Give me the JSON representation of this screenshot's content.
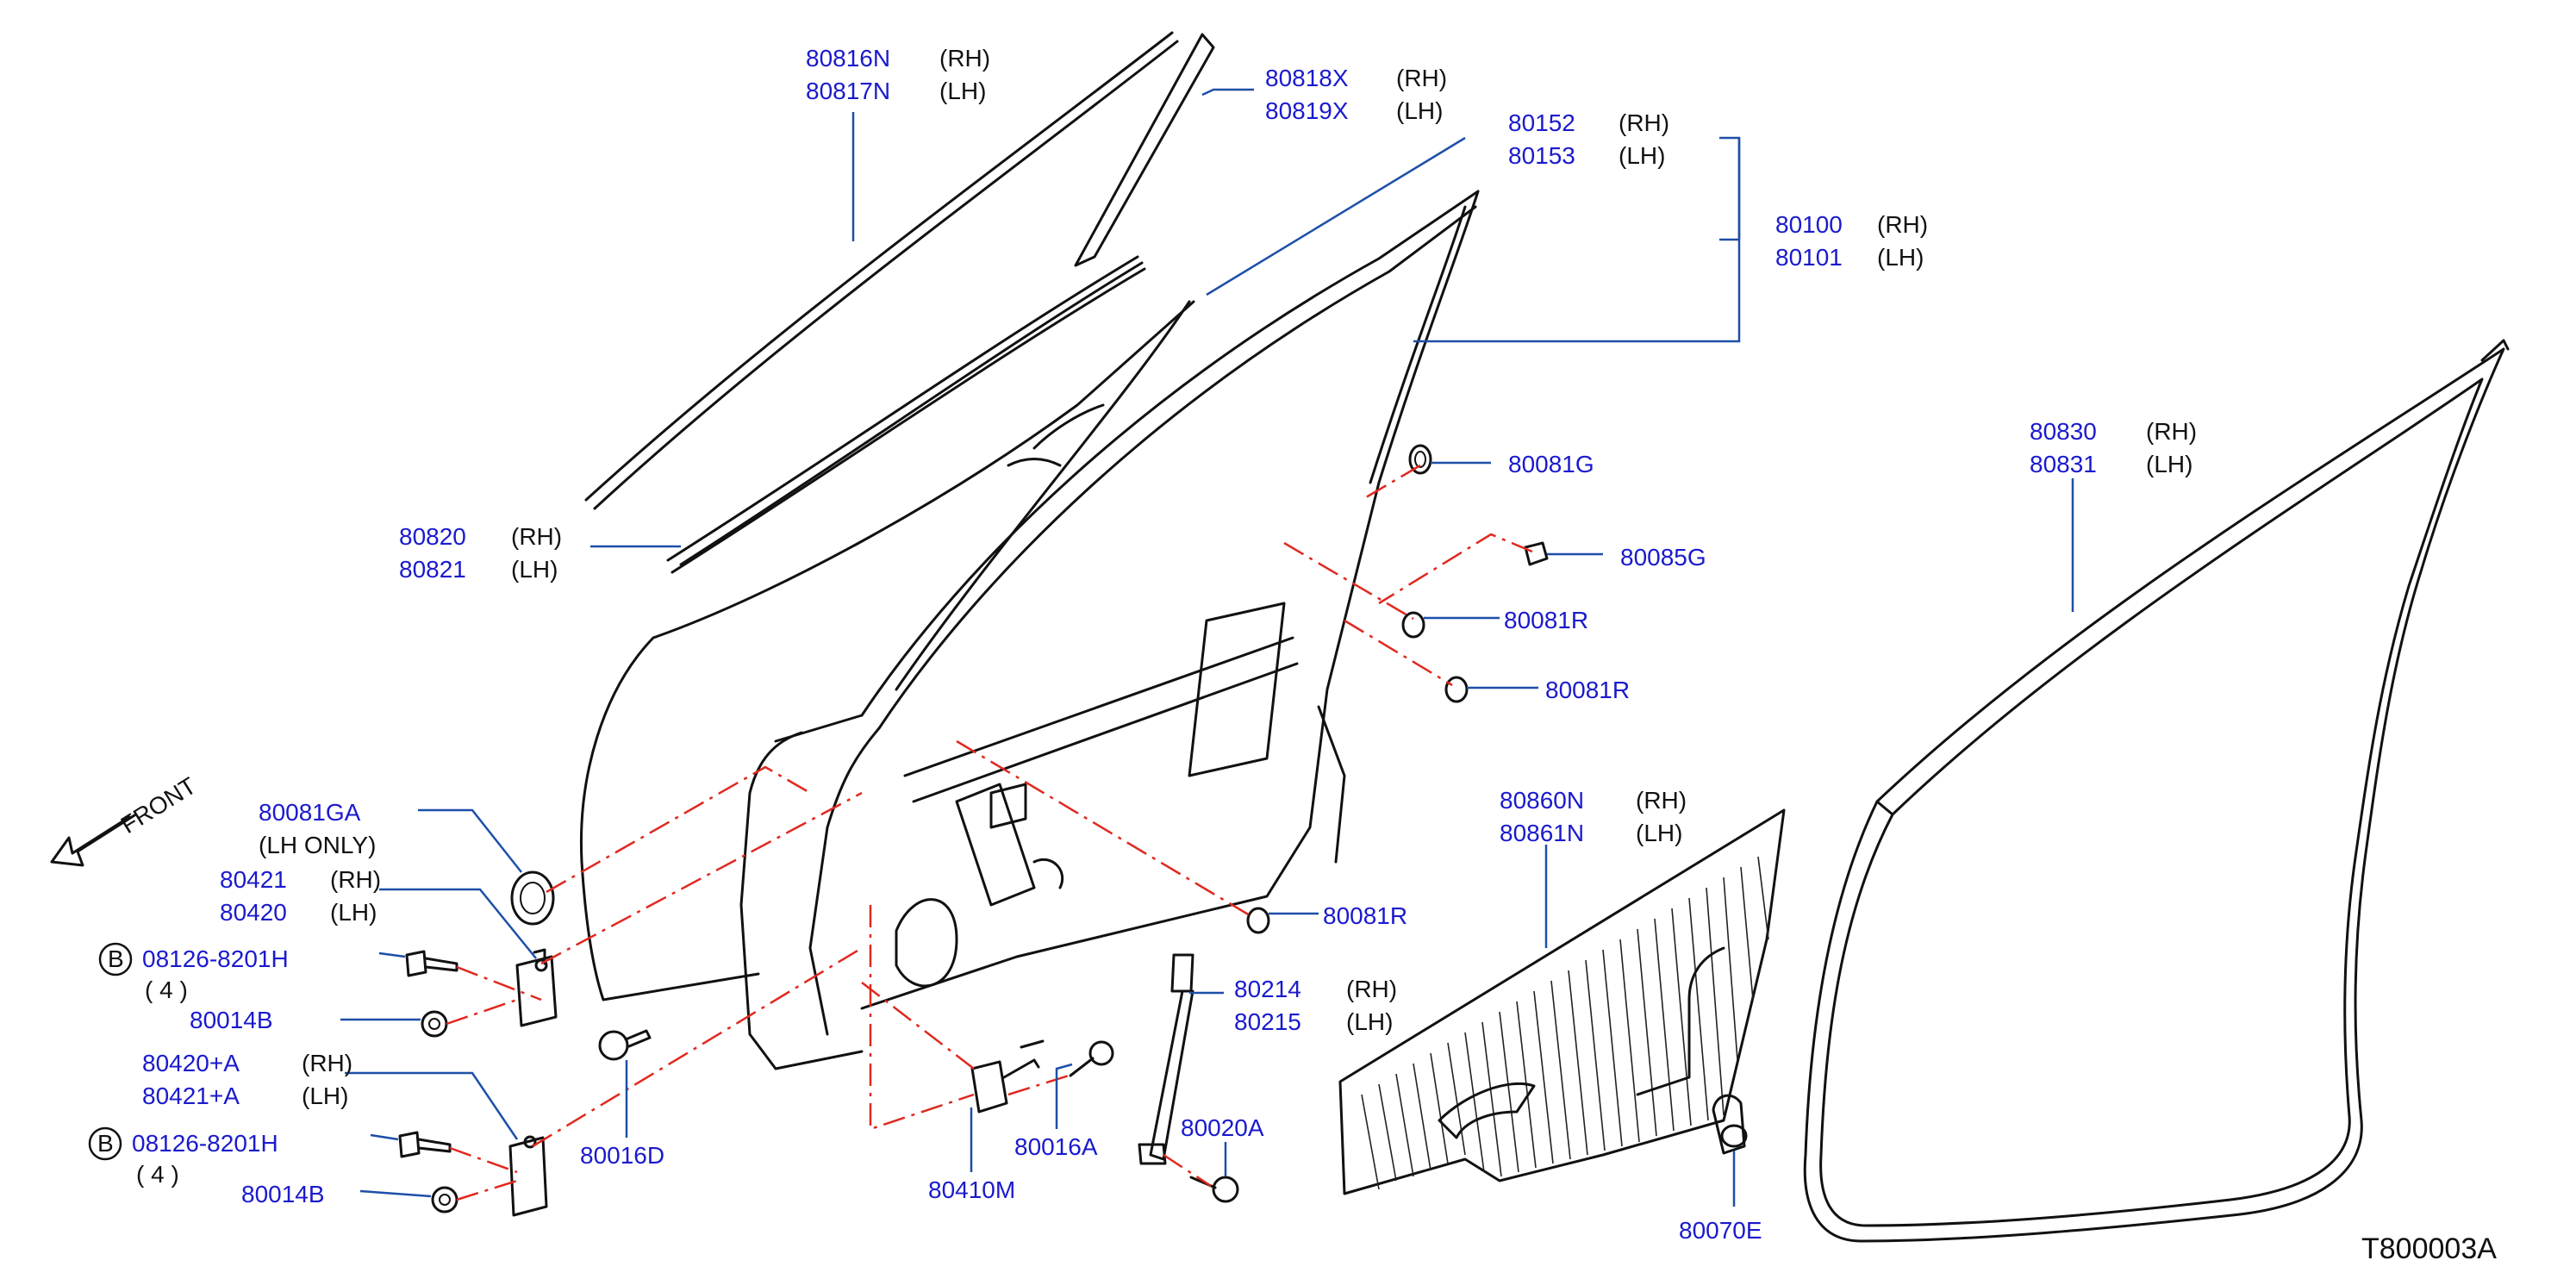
{
  "diagram_id": "T800003A",
  "front_label": "FRONT",
  "callouts": {
    "c80816": {
      "pn1": "80816N",
      "s1": "(RH)",
      "pn2": "80817N",
      "s2": "(LH)"
    },
    "c80818": {
      "pn1": "80818X",
      "s1": "(RH)",
      "pn2": "80819X",
      "s2": "(LH)"
    },
    "c80152": {
      "pn1": "80152",
      "s1": "(RH)",
      "pn2": "80153",
      "s2": "(LH)"
    },
    "c80100": {
      "pn1": "80100",
      "s1": "(RH)",
      "pn2": "80101",
      "s2": "(LH)"
    },
    "c80830": {
      "pn1": "80830",
      "s1": "(RH)",
      "pn2": "80831",
      "s2": "(LH)"
    },
    "c80820": {
      "pn1": "80820",
      "s1": "(RH)",
      "pn2": "80821",
      "s2": "(LH)"
    },
    "c80081g": {
      "pn": "80081G"
    },
    "c80085g": {
      "pn": "80085G"
    },
    "c80081r_a": {
      "pn": "80081R"
    },
    "c80081r_b": {
      "pn": "80081R"
    },
    "c80081r_c": {
      "pn": "80081R"
    },
    "c80081ga": {
      "pn": "80081GA",
      "note": "(LH   ONLY)"
    },
    "c80421": {
      "pn1": "80421",
      "s1": "(RH)",
      "pn2": "80420",
      "s2": "(LH)"
    },
    "c08126_top": {
      "badge": "B",
      "pn": "08126-8201H",
      "qty": "(   4   )"
    },
    "c80014b_top": {
      "pn": "80014B"
    },
    "c80420a": {
      "pn1": "80420+A",
      "s1": "(RH)",
      "pn2": "80421+A",
      "s2": "(LH)"
    },
    "c08126_bot": {
      "badge": "B",
      "pn": "08126-8201H",
      "qty": "(   4   )"
    },
    "c80014b_bot": {
      "pn": "80014B"
    },
    "c80016d": {
      "pn": "80016D"
    },
    "c80410m": {
      "pn": "80410M"
    },
    "c80016a": {
      "pn": "80016A"
    },
    "c80020a": {
      "pn": "80020A"
    },
    "c80214": {
      "pn1": "80214",
      "s1": "(RH)",
      "pn2": "80215",
      "s2": "(LH)"
    },
    "c80860": {
      "pn1": "80860N",
      "s1": "(RH)",
      "pn2": "80861N",
      "s2": "(LH)"
    },
    "c80070e": {
      "pn": "80070E"
    }
  }
}
